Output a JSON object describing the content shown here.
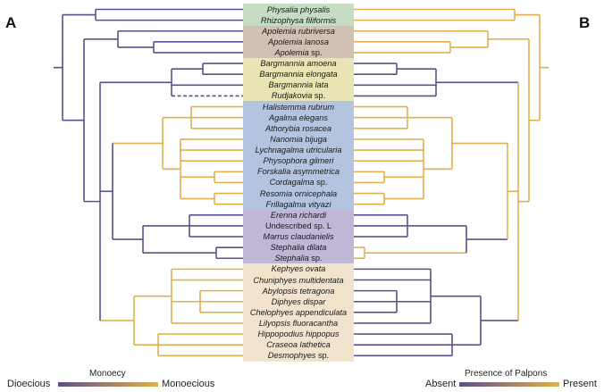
{
  "panels": {
    "left_letter": "A",
    "right_letter": "B"
  },
  "colors": {
    "dioecious": "#5e4f8c",
    "monoecious": "#e0b04c",
    "absent": "#5e4f8c",
    "present": "#e0b04c",
    "group_bands": [
      "#c7dcc4",
      "#d2c0b5",
      "#e8e4b4",
      "#b3c4e0",
      "#c0b6d6",
      "#f1e3cc"
    ]
  },
  "legend_left": {
    "title": "Monoecy",
    "low": "Dioecious",
    "high": "Monoecious"
  },
  "legend_right": {
    "title": "Presence of Palpons",
    "low": "Absent",
    "high": "Present"
  },
  "taxa": [
    {
      "name": "Physalia physalis",
      "suffix": ""
    },
    {
      "name": "Rhizophysa filiformis",
      "suffix": ""
    },
    {
      "name": "Apolemia rubriversa",
      "suffix": ""
    },
    {
      "name": "Apolemia lanosa",
      "suffix": ""
    },
    {
      "name": "Apolemia",
      "suffix": " sp."
    },
    {
      "name": "Bargmannia amoena",
      "suffix": ""
    },
    {
      "name": "Bargmannia elongata",
      "suffix": ""
    },
    {
      "name": "Bargmannia lata",
      "suffix": ""
    },
    {
      "name": "Rudjakovia",
      "suffix": " sp."
    },
    {
      "name": "Halistemma rubrum",
      "suffix": ""
    },
    {
      "name": "Agalma elegans",
      "suffix": ""
    },
    {
      "name": "Athorybia rosacea",
      "suffix": ""
    },
    {
      "name": "Nanomia bijuga",
      "suffix": ""
    },
    {
      "name": "Lychnagalma utricularia",
      "suffix": ""
    },
    {
      "name": "Physophora gilmeri",
      "suffix": ""
    },
    {
      "name": "Forskalia asymmetrica",
      "suffix": ""
    },
    {
      "name": "Cordagalma",
      "suffix": " sp."
    },
    {
      "name": "Resomia ornicephala",
      "suffix": ""
    },
    {
      "name": "Frillagalma vityazi",
      "suffix": ""
    },
    {
      "name": "Erenna richardi",
      "suffix": ""
    },
    {
      "name": "",
      "suffix": "Undescribed sp. L"
    },
    {
      "name": "Marrus claudanielis",
      "suffix": ""
    },
    {
      "name": "Stephalia dilata",
      "suffix": ""
    },
    {
      "name": "Stephalia",
      "suffix": " sp."
    },
    {
      "name": "Kephyes ovata",
      "suffix": ""
    },
    {
      "name": "Chuniphyes multidentata",
      "suffix": ""
    },
    {
      "name": "Abylopsis tetragona",
      "suffix": ""
    },
    {
      "name": "Diphyes dispar",
      "suffix": ""
    },
    {
      "name": "Chelophyes appendiculata",
      "suffix": ""
    },
    {
      "name": "Lilyopsis fluoracantha",
      "suffix": ""
    },
    {
      "name": "Hippopodius hippopus",
      "suffix": ""
    },
    {
      "name": "Craseoa lathetica",
      "suffix": ""
    },
    {
      "name": "Desmophyes",
      "suffix": " sp."
    }
  ]
}
